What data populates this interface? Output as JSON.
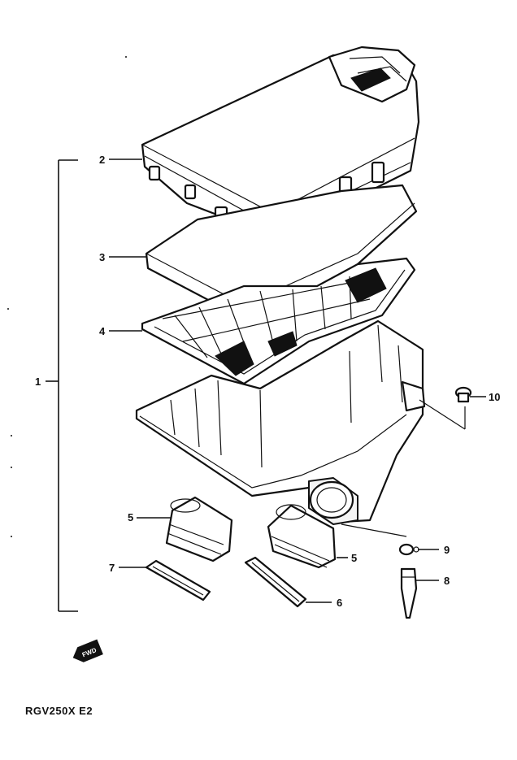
{
  "diagram": {
    "model_code": "RGV250X E2",
    "fwd_badge": "FWD",
    "callouts": [
      {
        "id": "1",
        "label": "1"
      },
      {
        "id": "2",
        "label": "2"
      },
      {
        "id": "3",
        "label": "3"
      },
      {
        "id": "4",
        "label": "4"
      },
      {
        "id": "5a",
        "label": "5"
      },
      {
        "id": "5b",
        "label": "5"
      },
      {
        "id": "6",
        "label": "6"
      },
      {
        "id": "7",
        "label": "7"
      },
      {
        "id": "8",
        "label": "8"
      },
      {
        "id": "9",
        "label": "9"
      },
      {
        "id": "10",
        "label": "10"
      }
    ]
  }
}
